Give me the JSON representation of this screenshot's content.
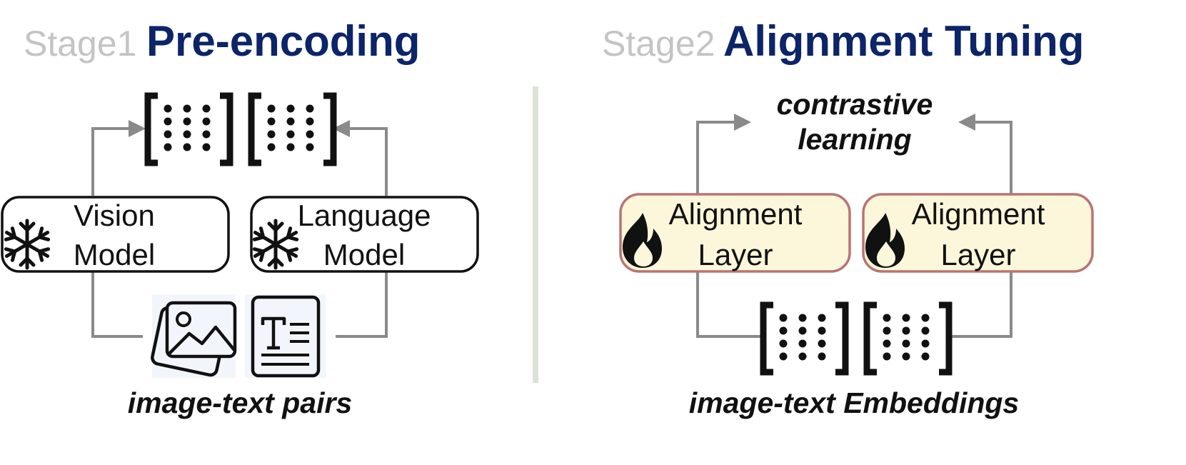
{
  "stage1": {
    "prefix": "Stage1",
    "title": "Pre-encoding",
    "vision_line1": "Vision",
    "vision_line2": "Model",
    "language_line1": "Language",
    "language_line2": "Model",
    "caption": "image-text pairs",
    "icons": [
      "snowflake-icon",
      "image-icon",
      "text-document-icon",
      "embedding-matrix-icon"
    ]
  },
  "stage2": {
    "prefix": "Stage2",
    "title": "Alignment Tuning",
    "objective_line1": "contrastive",
    "objective_line2": "learning",
    "layer_line1": "Alignment",
    "layer_line2": "Layer",
    "caption": "image-text Embeddings",
    "icons": [
      "flame-icon",
      "embedding-matrix-icon"
    ]
  },
  "colors": {
    "title_blue": "#0c2468",
    "title_gray": "#c4c4c4",
    "arrow_gray": "#8a8a8a",
    "alignment_fill": "#fcf7da",
    "alignment_border": "#b97474",
    "divider": "#dde3d3",
    "icon_bg": "#f2f6fc"
  }
}
